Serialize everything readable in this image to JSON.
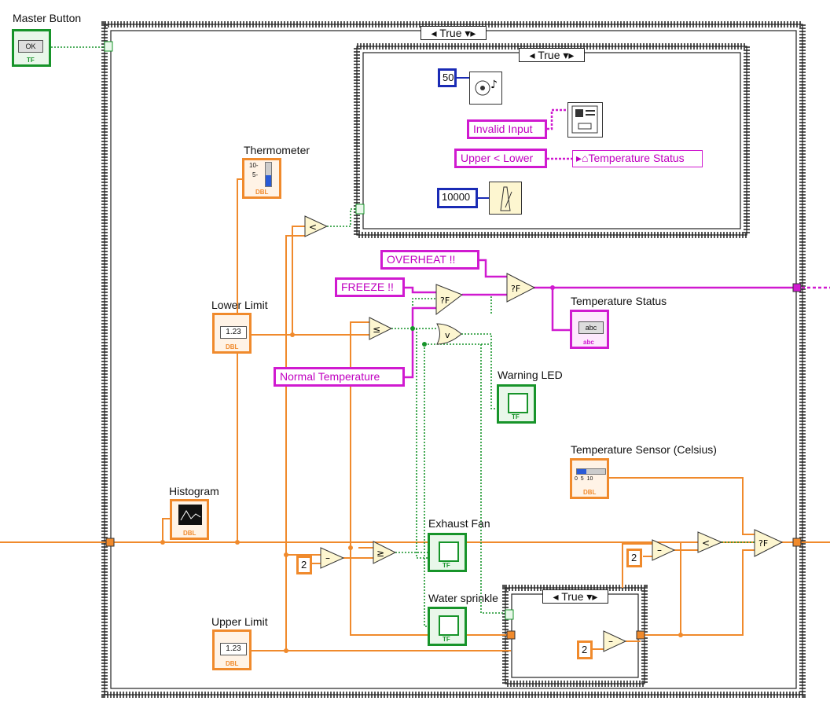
{
  "controls": {
    "master_button": {
      "label": "Master Button",
      "tag": "TF",
      "text": "OK"
    },
    "thermometer": {
      "label": "Thermometer",
      "tag": "DBL",
      "scale_top": "10-",
      "scale_mid": "5-"
    },
    "lower_limit": {
      "label": "Lower Limit",
      "tag": "DBL",
      "display": "1.23"
    },
    "upper_limit": {
      "label": "Upper Limit",
      "tag": "DBL",
      "display": "1.23"
    },
    "histogram": {
      "label": "Histogram",
      "tag": "DBL"
    },
    "temperature_status": {
      "label": "Temperature Status",
      "tag": "abc",
      "display": "abc"
    },
    "warning_led": {
      "label": "Warning LED",
      "tag": "TF"
    },
    "exhaust_fan": {
      "label": "Exhaust Fan",
      "tag": "TF"
    },
    "water_sprinkler": {
      "label": "Water sprinkle",
      "tag": "TF"
    },
    "temperature_sensor": {
      "label": "Temperature Sensor (Celsius)",
      "tag": "DBL",
      "ticks": "0  5  10"
    }
  },
  "case_selectors": {
    "outer": "True",
    "inner_top": "True",
    "inner_bottom": "True"
  },
  "constants": {
    "beep_count": "50",
    "wait_ms": "10000",
    "offset_a": "2",
    "offset_b": "2",
    "offset_c": "2",
    "invalid_input": "Invalid Input",
    "upper_lower": "Upper < Lower",
    "overheat": "OVERHEAT !!",
    "freeze": "FREEZE !!",
    "normal_temperature": "Normal Temperature",
    "local_temperature_status": "Temperature Status"
  },
  "colors": {
    "numeric_wire": "#f08a2c",
    "boolean_wire": "#17942a",
    "string_wire": "#d01ad0",
    "integer_wire": "#1a2bb5"
  }
}
